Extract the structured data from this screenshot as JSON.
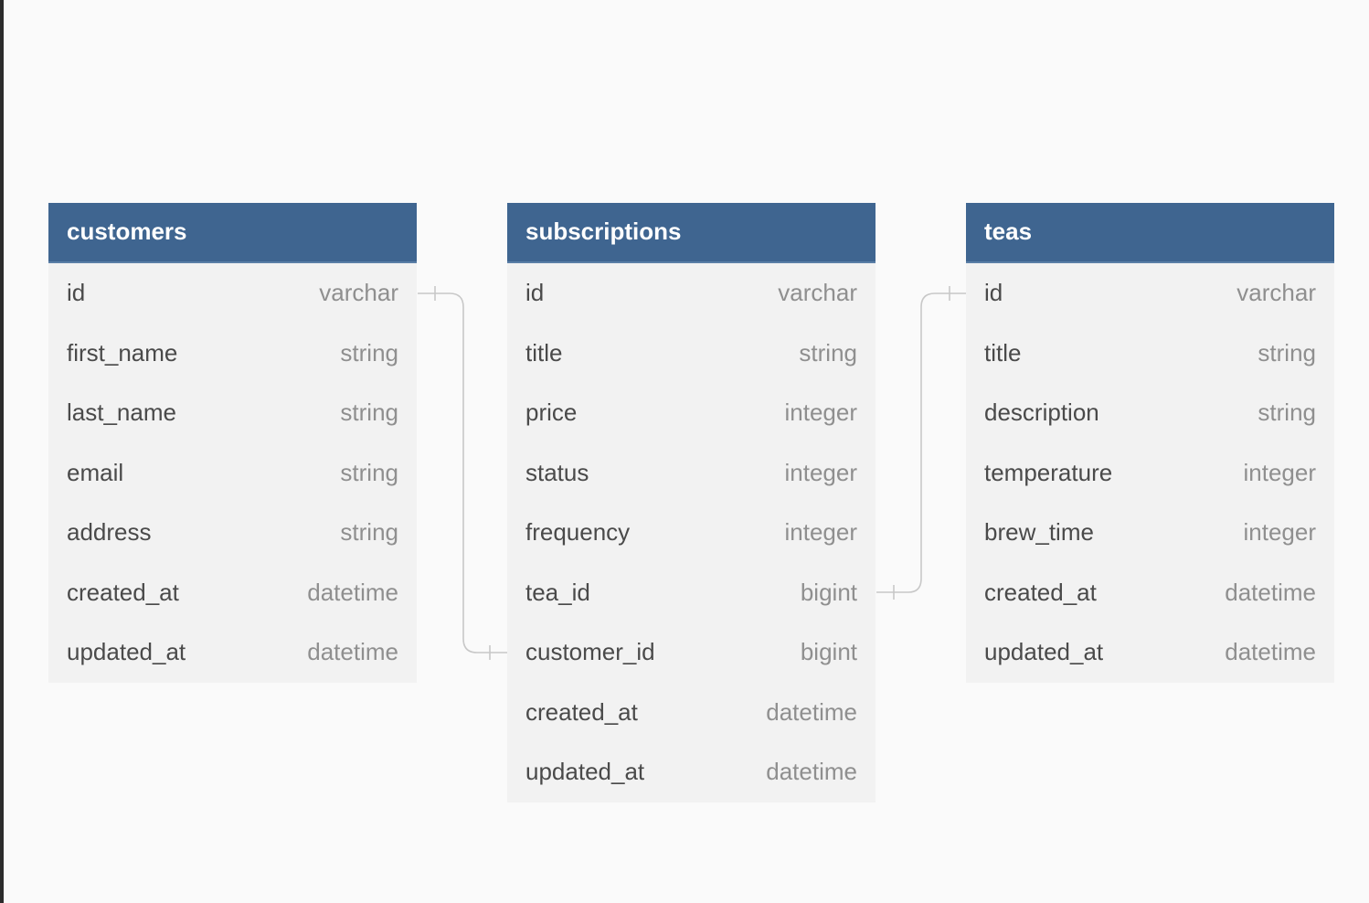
{
  "tables": [
    {
      "name": "customers",
      "columns": [
        {
          "name": "id",
          "type": "varchar"
        },
        {
          "name": "first_name",
          "type": "string"
        },
        {
          "name": "last_name",
          "type": "string"
        },
        {
          "name": "email",
          "type": "string"
        },
        {
          "name": "address",
          "type": "string"
        },
        {
          "name": "created_at",
          "type": "datetime"
        },
        {
          "name": "updated_at",
          "type": "datetime"
        }
      ]
    },
    {
      "name": "subscriptions",
      "columns": [
        {
          "name": "id",
          "type": "varchar"
        },
        {
          "name": "title",
          "type": "string"
        },
        {
          "name": "price",
          "type": "integer"
        },
        {
          "name": "status",
          "type": "integer"
        },
        {
          "name": "frequency",
          "type": "integer"
        },
        {
          "name": "tea_id",
          "type": "bigint"
        },
        {
          "name": "customer_id",
          "type": "bigint"
        },
        {
          "name": "created_at",
          "type": "datetime"
        },
        {
          "name": "updated_at",
          "type": "datetime"
        }
      ]
    },
    {
      "name": "teas",
      "columns": [
        {
          "name": "id",
          "type": "varchar"
        },
        {
          "name": "title",
          "type": "string"
        },
        {
          "name": "description",
          "type": "string"
        },
        {
          "name": "temperature",
          "type": "integer"
        },
        {
          "name": "brew_time",
          "type": "integer"
        },
        {
          "name": "created_at",
          "type": "datetime"
        },
        {
          "name": "updated_at",
          "type": "datetime"
        }
      ]
    }
  ],
  "colors": {
    "header": "#3f6590",
    "body": "#f2f2f2",
    "connector": "#c8c8c8",
    "background": "#fafafa"
  }
}
